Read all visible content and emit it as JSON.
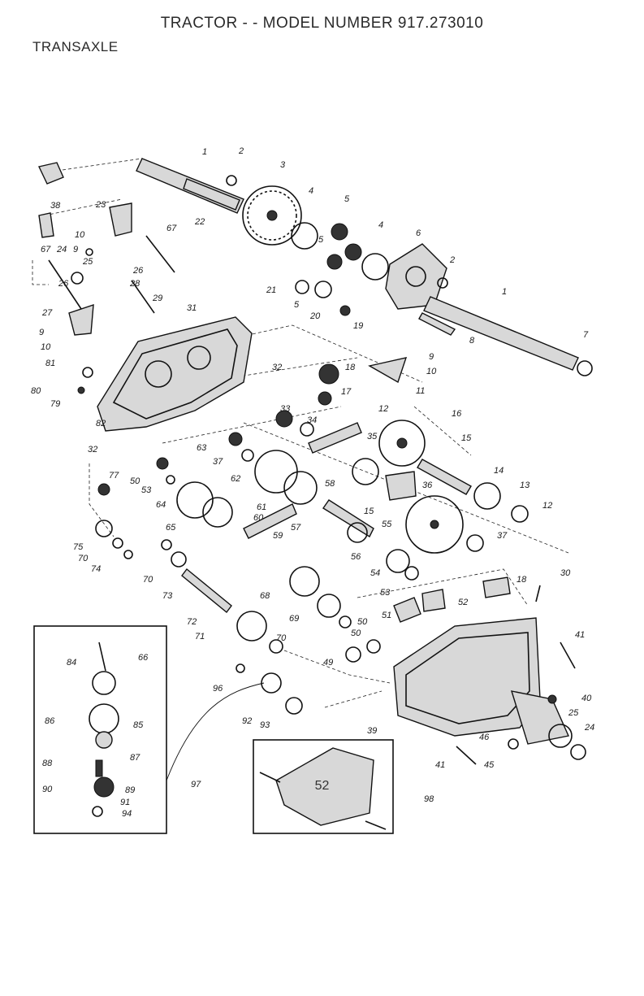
{
  "header": {
    "title": "TRACTOR - - MODEL NUMBER 917.273010",
    "section": "TRANSAXLE"
  },
  "footer": {
    "page_number": "52"
  },
  "callouts": [
    "1",
    "2",
    "3",
    "4",
    "5",
    "5",
    "4",
    "6",
    "2",
    "1",
    "7",
    "38",
    "23",
    "10",
    "67",
    "22",
    "24",
    "9",
    "25",
    "67",
    "26",
    "26",
    "28",
    "29",
    "31",
    "21",
    "5",
    "20",
    "27",
    "8",
    "19",
    "9",
    "10",
    "10",
    "9",
    "81",
    "32",
    "18",
    "17",
    "11",
    "80",
    "79",
    "33",
    "34",
    "12",
    "16",
    "82",
    "35",
    "15",
    "32",
    "63",
    "37",
    "62",
    "58",
    "36",
    "14",
    "13",
    "77",
    "50",
    "53",
    "61",
    "64",
    "60",
    "57",
    "15",
    "12",
    "65",
    "59",
    "55",
    "37",
    "75",
    "70",
    "56",
    "74",
    "54",
    "18",
    "30",
    "70",
    "53",
    "68",
    "52",
    "73",
    "51",
    "72",
    "69",
    "50",
    "71",
    "70",
    "50",
    "49",
    "41",
    "66",
    "84",
    "40",
    "96",
    "25",
    "86",
    "85",
    "24",
    "92",
    "93",
    "39",
    "46",
    "87",
    "41",
    "45",
    "88",
    "89",
    "97",
    "90",
    "98",
    "91",
    "94"
  ]
}
